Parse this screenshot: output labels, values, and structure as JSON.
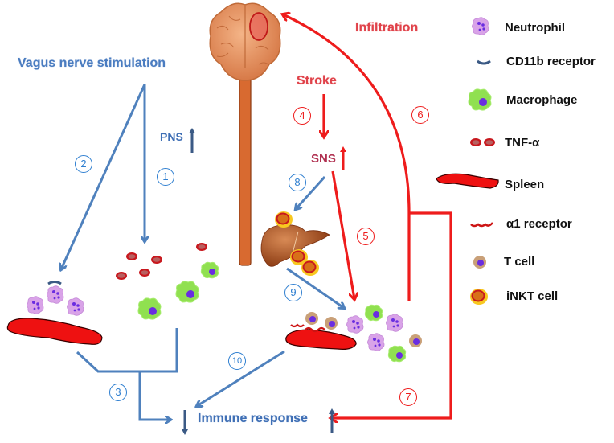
{
  "title_labels": {
    "vagus": "Vagus nerve stimulation",
    "stroke": "Stroke",
    "infiltration": "Infiltration",
    "pns": "PNS",
    "sns": "SNS",
    "immune_response": "Immune response"
  },
  "steps": [
    "1",
    "2",
    "3",
    "4",
    "5",
    "6",
    "7",
    "8",
    "9",
    "10"
  ],
  "legend": [
    {
      "icon": "neutrophil-icon",
      "label": "Neutrophil"
    },
    {
      "icon": "cd11b-receptor-icon",
      "label": "CD11b receptor"
    },
    {
      "icon": "macrophage-icon",
      "label": "Macrophage"
    },
    {
      "icon": "tnf-alpha-icon",
      "label": "TNF-α"
    },
    {
      "icon": "spleen-icon",
      "label": "Spleen"
    },
    {
      "icon": "alpha1-receptor-icon",
      "label": "α1 receptor"
    },
    {
      "icon": "t-cell-icon",
      "label": "T cell"
    },
    {
      "icon": "inkt-cell-icon",
      "label": "iNKT cell"
    }
  ],
  "colors": {
    "blue_pathway": "#4f81bd",
    "red_pathway": "#ee1c1c",
    "dark_arrow": "#3b5a85",
    "spleen": "#ee1111",
    "neutrophil": "#d9a3e8",
    "macrophage": "#88e04a",
    "nucleus": "#6a2de0",
    "tnf": "#c8181e",
    "t_cell": "#c9a078",
    "inkt_outer": "#f8c820",
    "inkt_inner": "#d86818",
    "brain": "#e89a68",
    "liver": "#a8501e"
  }
}
